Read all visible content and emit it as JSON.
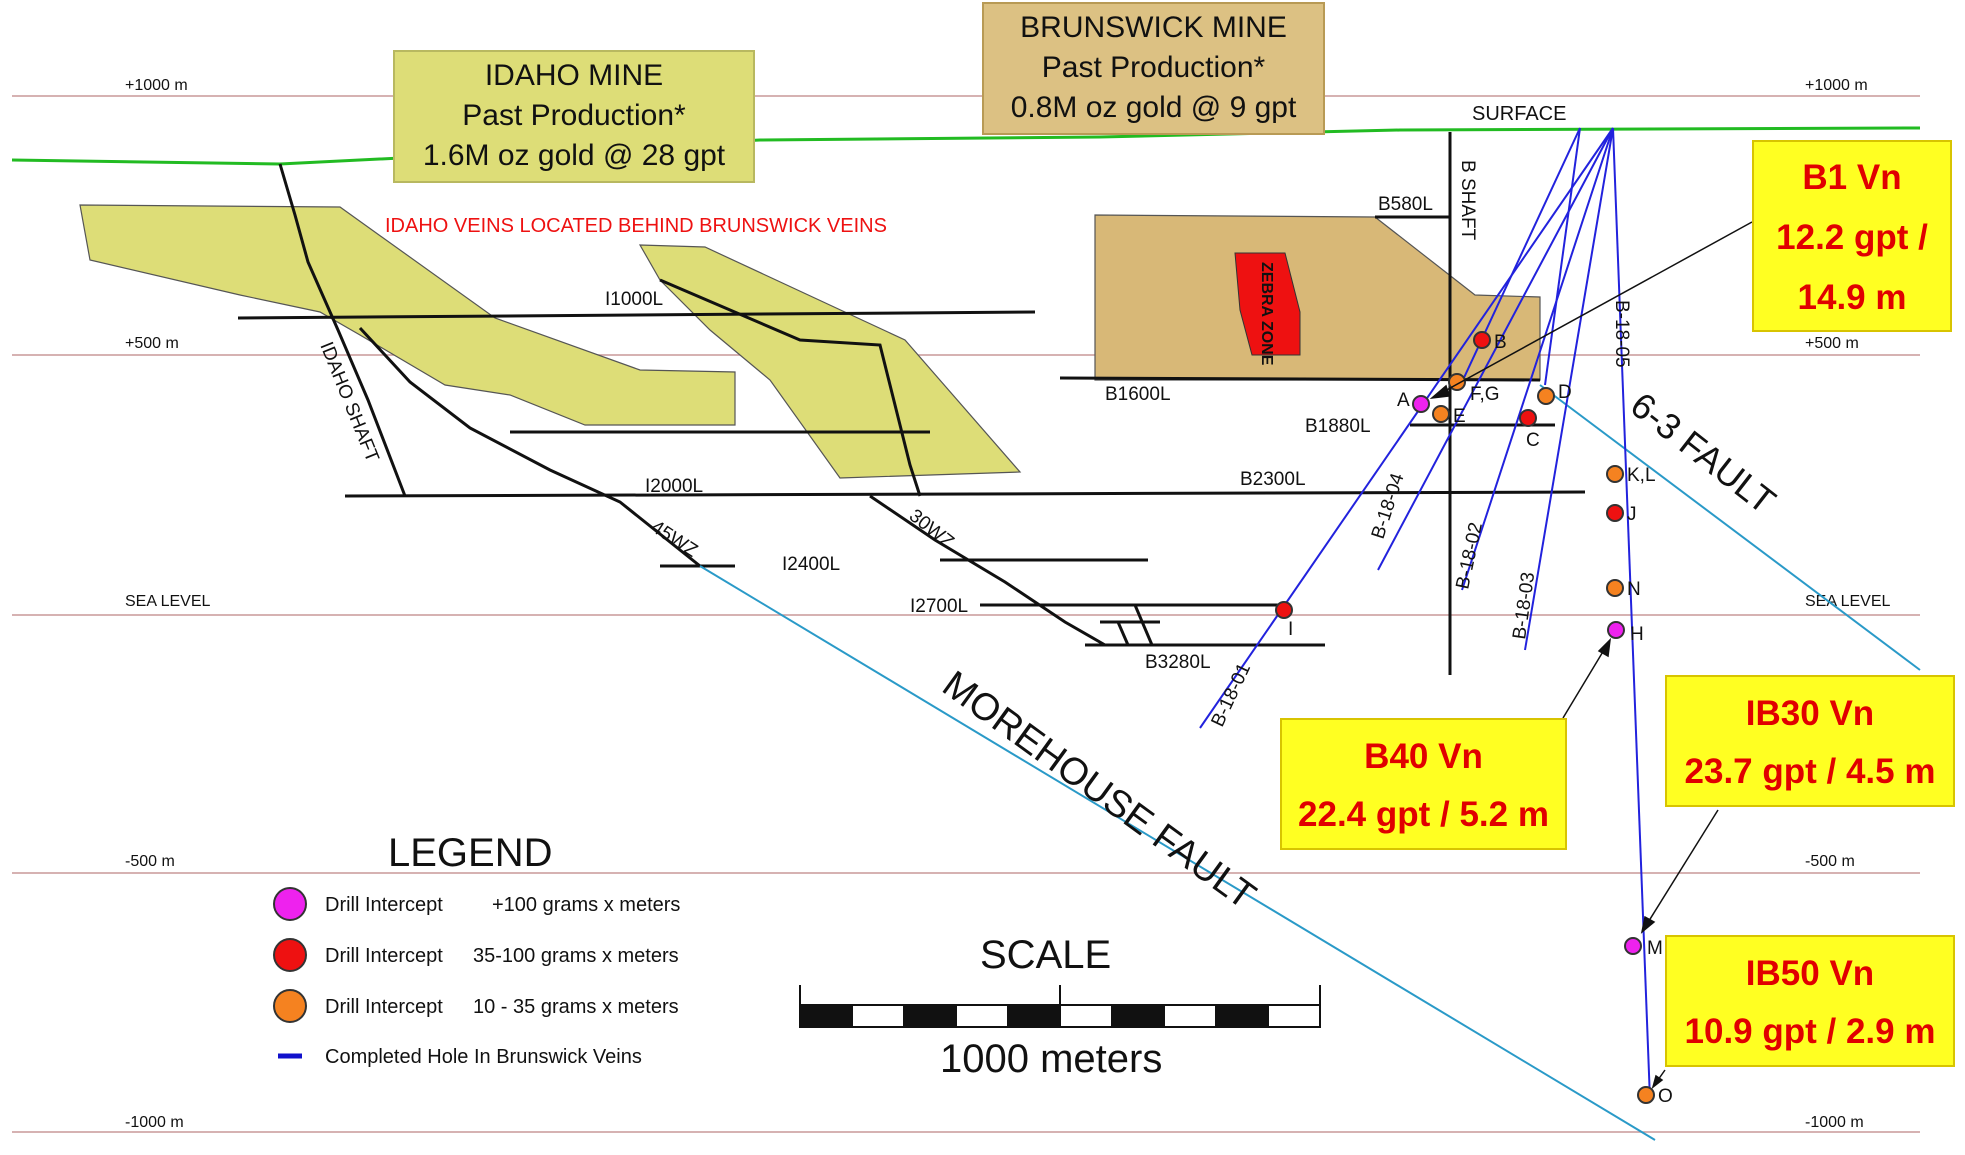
{
  "title_boxes": {
    "idaho": {
      "line1": "IDAHO MINE",
      "line2": "Past Production*",
      "line3": "1.6M oz gold @ 28 gpt"
    },
    "brunswick": {
      "line1": "BRUNSWICK MINE",
      "line2": "Past Production*",
      "line3": "0.8M oz gold @ 9 gpt"
    }
  },
  "elevations": {
    "p1000": "+1000 m",
    "p500": "+500 m",
    "sea": "SEA LEVEL",
    "m500": "-500 m",
    "m1000": "-1000 m"
  },
  "surface_label": "SURFACE",
  "idaho_veins_note": "IDAHO VEINS LOCATED BEHIND BRUNSWICK VEINS",
  "zebra_zone": "ZEBRA ZONE",
  "shafts": {
    "b_shaft": "B SHAFT",
    "idaho_shaft": "IDAHO SHAFT"
  },
  "levels": {
    "b580": "B580L",
    "i1000": "I1000L",
    "b1600": "B1600L",
    "b1880": "B1880L",
    "i2000": "I2000L",
    "b2300": "B2300L",
    "i2400": "I2400L",
    "i2700": "I2700L",
    "b3280": "B3280L",
    "wz45": "45WZ",
    "wz30": "30WZ"
  },
  "faults": {
    "six_three": "6-3 FAULT",
    "morehouse": "MOREHOUSE FAULT"
  },
  "holes": {
    "b1801": "B-18-01",
    "b1802": "B-18-02",
    "b1803": "B-18-03",
    "b1804": "B-18-04",
    "b1805": "B-18-05"
  },
  "intercept_labels": {
    "A": "A",
    "B": "B",
    "C": "C",
    "D": "D",
    "E": "E",
    "FG": "F,G",
    "H": "H",
    "I": "I",
    "J": "J",
    "KL": "K,L",
    "M": "M",
    "N": "N",
    "O": "O"
  },
  "callouts": {
    "b1": {
      "name": "B1 Vn",
      "grade": "12.2 gpt /",
      "width": "14.9 m"
    },
    "b40": {
      "name": "B40 Vn",
      "grade": "22.4 gpt / 5.2 m"
    },
    "ib30": {
      "name": "IB30 Vn",
      "grade": "23.7 gpt / 4.5 m"
    },
    "ib50": {
      "name": "IB50 Vn",
      "grade": "10.9 gpt / 2.9 m"
    }
  },
  "legend": {
    "title": "LEGEND",
    "items": [
      {
        "label": "Drill Intercept",
        "range": "+100 grams x meters",
        "color": "#ee22ee"
      },
      {
        "label": "Drill Intercept",
        "range": "35-100 grams x meters",
        "color": "#ee1111"
      },
      {
        "label": "Drill Intercept",
        "range": "10 - 35 grams x meters",
        "color": "#f58220"
      },
      {
        "label": "Completed Hole In Brunswick Veins",
        "range": "",
        "color": "#1111cc"
      }
    ]
  },
  "scale": {
    "title": "SCALE",
    "label": "1000 meters"
  },
  "colors": {
    "idaho_vein": "#dddd77",
    "brunswick_block": "#d8b877",
    "zebra": "#ee1111",
    "surface": "#22bb22",
    "hole": "#2222dd",
    "fault": "#2a9ac8",
    "elev_line": "#c89898",
    "callout_bg": "#ffff22",
    "callout_text": "#e00000"
  }
}
